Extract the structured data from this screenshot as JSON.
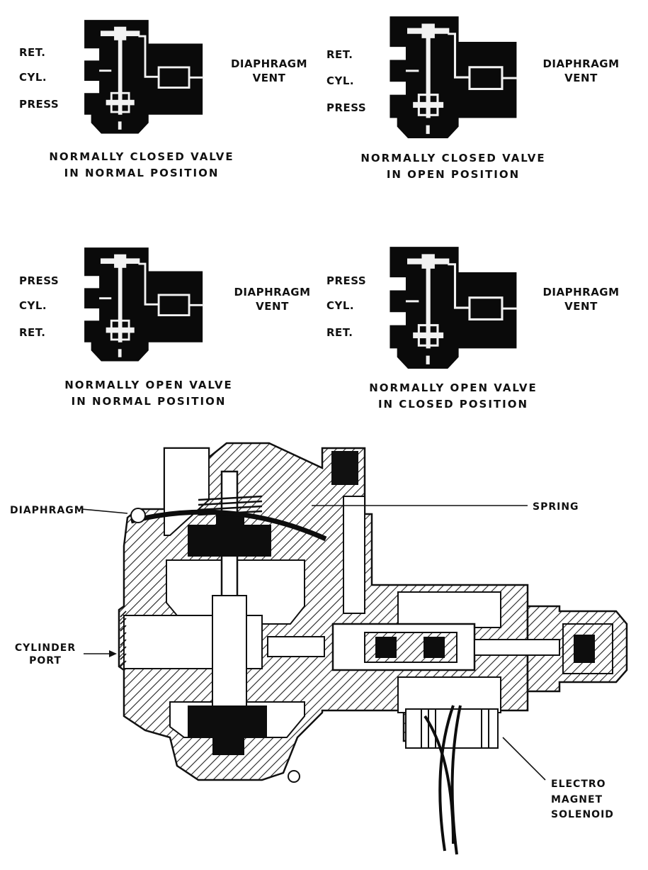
{
  "panels": [
    {
      "labels": {
        "top": "RET.",
        "mid": "CYL.",
        "bottom": "PRESS"
      },
      "right_label": {
        "line1": "DIAPHRAGM",
        "line2": "VENT"
      },
      "caption": {
        "line1": "NORMALLY CLOSED VALVE",
        "line2": "IN NORMAL POSITION"
      }
    },
    {
      "labels": {
        "top": "RET.",
        "mid": "CYL.",
        "bottom": "PRESS"
      },
      "right_label": {
        "line1": "DIAPHRAGM",
        "line2": "VENT"
      },
      "caption": {
        "line1": "NORMALLY CLOSED VALVE",
        "line2": "IN OPEN POSITION"
      }
    },
    {
      "labels": {
        "top": "PRESS",
        "mid": "CYL.",
        "bottom": "RET."
      },
      "right_label": {
        "line1": "DIAPHRAGM",
        "line2": "VENT"
      },
      "caption": {
        "line1": "NORMALLY OPEN VALVE",
        "line2": "IN NORMAL POSITION"
      }
    },
    {
      "labels": {
        "top": "PRESS",
        "mid": "CYL.",
        "bottom": "RET."
      },
      "right_label": {
        "line1": "DIAPHRAGM",
        "line2": "VENT"
      },
      "caption": {
        "line1": "NORMALLY OPEN VALVE",
        "line2": "IN CLOSED POSITION"
      }
    }
  ],
  "cutaway": {
    "diaphragm": "DIAPHRAGM",
    "spring": "SPRING",
    "cylinder_port": {
      "line1": "CYLINDER",
      "line2": "PORT"
    },
    "solenoid": {
      "line1": "ELECTRO",
      "line2": "MAGNET",
      "line3": "SOLENOID"
    }
  }
}
